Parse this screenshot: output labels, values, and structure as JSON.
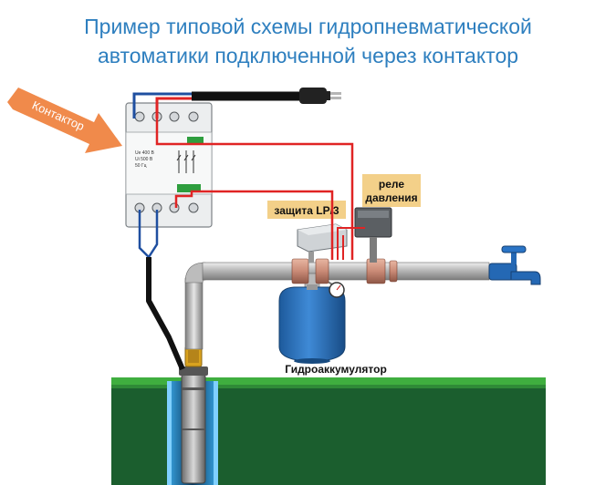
{
  "title": {
    "line1": "Пример типовой схемы гидропневматической",
    "line2": "автоматики подключенной через контактор"
  },
  "labels": {
    "contactor": "Контактор",
    "protection": "защита LP/3",
    "pressure_relay_line1": "реле",
    "pressure_relay_line2": "давления",
    "accumulator": "Гидроаккумулятор",
    "contactor_spec1": "Ue 400 В",
    "contactor_spec2": "Ui 500 В",
    "contactor_spec3": "50 Гц"
  },
  "colors": {
    "title": "#2e7fbf",
    "arrow": "#f08a4b",
    "wire_phase": "#e02424",
    "wire_neutral": "#1f4fa0",
    "wire_black": "#111111",
    "accumulator": "#2d76c0",
    "ground": "#1b5e2e",
    "grass": "#3fae3f",
    "faucet": "#2468b4"
  }
}
